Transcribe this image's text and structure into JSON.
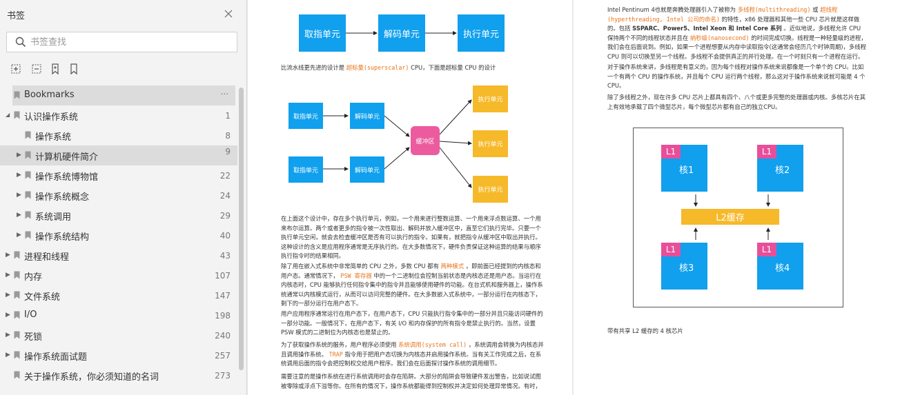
{
  "sidebar": {
    "title": "书签",
    "search_placeholder": "书签查找",
    "tools": [
      "expand-all-icon",
      "collapse-all-icon",
      "add-bookmark-icon",
      "bookmark-icon"
    ],
    "items": [
      {
        "label": "Bookmarks",
        "page": "..."
      },
      {
        "label": "认识操作系统",
        "page": "1"
      },
      {
        "label": "操作系统",
        "page": "8"
      },
      {
        "label": "计算机硬件简介",
        "page": "9"
      },
      {
        "label": "操作系统博物馆",
        "page": "22"
      },
      {
        "label": "操作系统概念",
        "page": "24"
      },
      {
        "label": "系统调用",
        "page": "29"
      },
      {
        "label": "操作系统结构",
        "page": "40"
      },
      {
        "label": "进程和线程",
        "page": "43"
      },
      {
        "label": "内存",
        "page": "107"
      },
      {
        "label": "文件系统",
        "page": "147"
      },
      {
        "label": "I/O",
        "page": "198"
      },
      {
        "label": "死锁",
        "page": "240"
      },
      {
        "label": "操作系统面试题",
        "page": "257"
      },
      {
        "label": "关于操作系统，你必须知道的名词",
        "page": "273"
      }
    ]
  },
  "page1": {
    "pipeline": [
      "取指单元",
      "解码单元",
      "执行单元"
    ],
    "p_super_a": "比流水线更先进的设计是 ",
    "p_super_hl": "超标量(superscalar)",
    "p_super_b": " CPU，下面是超标量 CPU 的设计",
    "ss": {
      "fetch": "取指单元",
      "decode": "解码单元",
      "buffer": "缓冲区",
      "exec": "执行单元"
    },
    "p1": "在上面这个设计中，存在多个执行单元，例如，一个用来进行整数运算、一个用来浮点数运算、一个用来布尔运算。两个或者更多的指令被一次性取出、解码并放入缓冲区中，直至它们执行完毕。只要一个执行单元空闲，就会去检查缓冲区是否有可以执行的指令。如果有，就把指令从缓冲区中取出并执行。这种设计的含义是应用程序通常是无序执行的。在大多数情况下，硬件负责保证这种运算的结果与顺序执行指令时的结果相同。",
    "p2_a": "除了用在嵌入式系统中非常简单的 CPU 之外，多数 CPU 都有 ",
    "p2_hl1": "两种模式",
    "p2_b": " ，即前面已经提到的内核态和用户态。通常情况下， ",
    "p2_hl2": "PSW 寄存器",
    "p2_c": " 中的一个二进制位会控制当前状态是内核态还是用户态。当运行在内核态时，CPU 能够执行任何指令集中的指令并且能够使用硬件的功能。在台式机和服务器上，操作系统通常以内核模式运行，从而可以访问完整的硬件。在大多数嵌入式系统中，一部分运行在内核态下，剩下的一部分运行在用户态下。",
    "p3": "用户应用程序通常运行在用户态下，在用户态下，CPU 只能执行指令集中的一部分并且只能访问硬件的一部分功能。一般情况下，在用户态下，有关 I/O 和内存保护的所有指令是禁止执行的。当然，设置 PSW 模式的二进制位为内核态也是禁止的。",
    "p4_a": "为了获取操作系统的服务，用户程序必须使用 ",
    "p4_hl1": "系统调用(system call)",
    "p4_b": " ，系统调用会转换为内核态并且调用操作系统。 ",
    "p4_hl2": "TRAP",
    "p4_c": " 指令用于把用户态切换为内核态并启用操作系统。当有关工作完成之后，在系统调用后面的指令会把控制权交给用户程序。我们会在后面探讨操作系统的调用细节。",
    "p5": "需要注意的是操作系统在进行系统调用时会存在陷阱。大部分的陷阱会导致硬件发出警告，比如说试图被零除或浮点下溢等你。在所有的情况下，操作系统都能得到控制权并决定如何处理异常情况。有时，"
  },
  "page2": {
    "p1_a": "Intel Pentinum 4也就是奔腾处理器引入了被称为 ",
    "p1_hl1": "多线程(multithreading)",
    "p1_b": " 或 ",
    "p1_hl2": "超线程(hyperthreading, Intel 公司的命名)",
    "p1_c": " 的特性，x86 处理器和其他一些 CPU 芯片就是这样做的。包括 ",
    "p1_bold": "SSPARC、Power5、Intel Xeon 和 Intel Core 系列",
    "p1_d": " 。近似地说，多线程允许 CPU 保持两个不同的线程状态并且在 ",
    "p1_hl3": "纳秒级(nanosecond)",
    "p1_e": " 的时间完成切换。线程是一种轻量级的进程，我们会在后面说到。例如，如果一个进程想要从内存中读取指令(这通常会经历几个时钟周期)，多线程 CPU 则可以切换至另一个线程。多线程不会提供真正的并行处理。在一个时刻只有一个进程在运行。",
    "p2": "对于操作系统来讲，多线程是有意义的，因为每个线程对操作系统来说都像是一个单个的 CPU。比如一个有两个 CPU 的操作系统，并且每个 CPU 运行两个线程，那么这对于操作系统来说就可能是 4 个 CPU。",
    "p3": "除了多线程之外，现在许多 CPU 芯片上都具有四个、八个或更多完整的处理器或内核。多核芯片在其上有效地承载了四个微型芯片，每个微型芯片都有自己的独立CPU。",
    "cache_l1": "L1",
    "cores": [
      "核1",
      "核2",
      "核3",
      "核4"
    ],
    "l2": "L2缓存",
    "caption": "带有共享 L2 缓存的 4 核芯片"
  }
}
